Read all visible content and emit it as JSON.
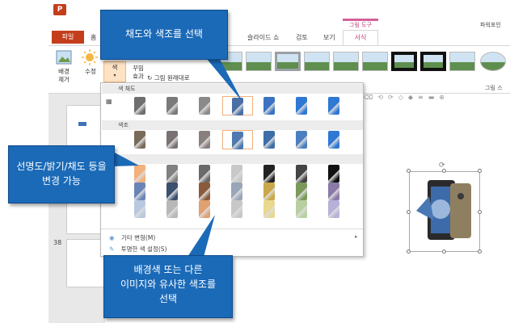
{
  "app": {
    "icon_letter": "P",
    "title_right": "파워포인"
  },
  "ribbon": {
    "file_tab": "파일",
    "tabs": [
      "홈",
      "슬라이드 쇼",
      "검토",
      "보기"
    ],
    "context_group": "그림 도구",
    "format_tab": "서식",
    "buttons": {
      "remove_bg": [
        "배경",
        "제거"
      ],
      "corrections": "수정",
      "color": "색",
      "artistic": [
        "꾸밈",
        "효과"
      ],
      "reset": "그림 원래대로"
    },
    "picture_styles_label": "그림 스"
  },
  "dropdown": {
    "saturation_header": "색 채도",
    "tone_header": "색조",
    "menu_more": "기타 변형(M)",
    "menu_transparent": "투명한 색 설정(S)"
  },
  "slides": {
    "number": "38"
  },
  "callouts": {
    "top": "채도와 색조를 선택",
    "left": [
      "선명도/밝기/채도 등을",
      "변경 가능"
    ],
    "bottom": [
      "배경색 또는 다른",
      "이미지와 유사한 색조를",
      "선택"
    ]
  },
  "colors": {
    "accent": "#c43e1c",
    "callout": "#1b6ab8",
    "context": "#c0407a",
    "selection": "#f2b07c"
  }
}
